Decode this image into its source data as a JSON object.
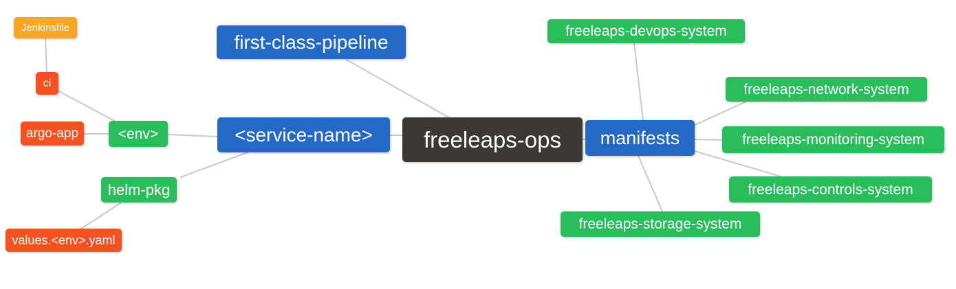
{
  "diagram": {
    "type": "mindmap",
    "background": "#ffffff",
    "edge_color": "#c9c9c9"
  },
  "palette": {
    "blue": "#2369c5",
    "green": "#2abd5b",
    "orange": "#f6a623",
    "red": "#f4511e",
    "dark": "#3b3835"
  },
  "nodes": [
    {
      "id": "jenkinsfile",
      "label": "Jenkinsfile",
      "color": "#f6a623"
    },
    {
      "id": "ci",
      "label": "ci",
      "color": "#f4511e"
    },
    {
      "id": "argo-app",
      "label": "argo-app",
      "color": "#f4511e"
    },
    {
      "id": "env",
      "label": "<env>",
      "color": "#2abd5b"
    },
    {
      "id": "first-class-pipeline",
      "label": "first-class-pipeline",
      "color": "#2369c5"
    },
    {
      "id": "service-name",
      "label": "<service-name>",
      "color": "#2369c5"
    },
    {
      "id": "freeleaps-ops",
      "label": "freeleaps-ops",
      "color": "#3b3835"
    },
    {
      "id": "manifests",
      "label": "manifests",
      "color": "#2369c5"
    },
    {
      "id": "devops",
      "label": "freeleaps-devops-system",
      "color": "#2abd5b"
    },
    {
      "id": "network",
      "label": "freeleaps-network-system",
      "color": "#2abd5b"
    },
    {
      "id": "monitoring",
      "label": "freeleaps-monitoring-system",
      "color": "#2abd5b"
    },
    {
      "id": "controls",
      "label": "freeleaps-controls-system",
      "color": "#2abd5b"
    },
    {
      "id": "storage",
      "label": "freeleaps-storage-system",
      "color": "#2abd5b"
    },
    {
      "id": "helm-pkg",
      "label": "helm-pkg",
      "color": "#2abd5b"
    },
    {
      "id": "values-yaml",
      "label": "values.<env>.yaml",
      "color": "#f4511e"
    }
  ],
  "edges": [
    {
      "from": "jenkinsfile",
      "to": "ci"
    },
    {
      "from": "ci",
      "to": "env"
    },
    {
      "from": "argo-app",
      "to": "env"
    },
    {
      "from": "env",
      "to": "service-name"
    },
    {
      "from": "service-name",
      "to": "freeleaps-ops"
    },
    {
      "from": "first-class-pipeline",
      "to": "freeleaps-ops"
    },
    {
      "from": "service-name",
      "to": "helm-pkg"
    },
    {
      "from": "helm-pkg",
      "to": "values-yaml"
    },
    {
      "from": "manifests",
      "to": "devops"
    },
    {
      "from": "manifests",
      "to": "network"
    },
    {
      "from": "manifests",
      "to": "monitoring"
    },
    {
      "from": "manifests",
      "to": "controls"
    },
    {
      "from": "manifests",
      "to": "storage"
    },
    {
      "from": "freeleaps-ops",
      "to": "manifests"
    }
  ]
}
